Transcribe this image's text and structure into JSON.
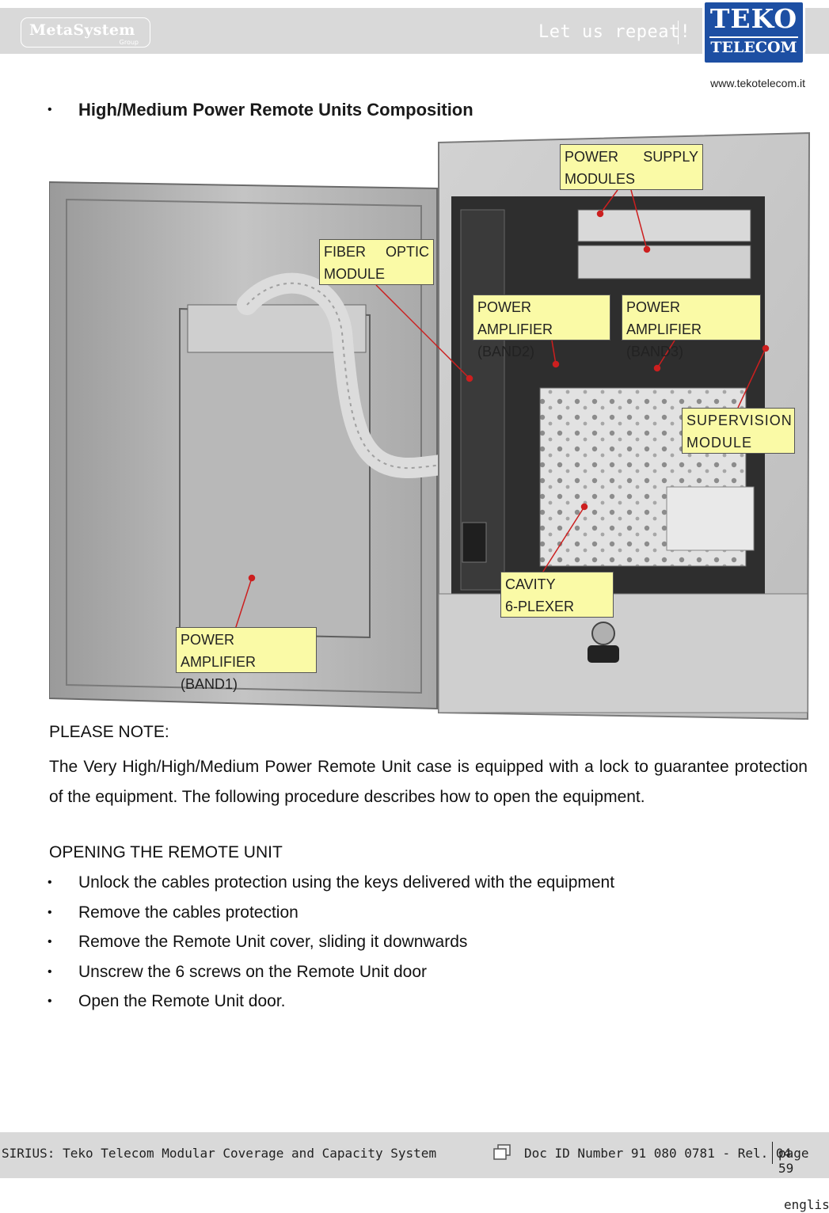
{
  "header": {
    "brand_name": "MetaSystem",
    "brand_group": "Group",
    "slogan": "Let us repeat!",
    "logo_top": "TEKO",
    "logo_bottom": "TELECOM",
    "website": "www.tekotelecom.it"
  },
  "section": {
    "bullet": "•",
    "title": "High/Medium Power Remote Units Composition"
  },
  "figure": {
    "callouts": {
      "power_supply": {
        "word1": "POWER",
        "word2": "SUPPLY",
        "line2": "MODULES"
      },
      "fiber_optic": {
        "word1": "FIBER",
        "word2": "OPTIC",
        "line2": "MODULE"
      },
      "pa_band2": {
        "line1": "POWER AMPLIFIER",
        "line2": "(BAND2)"
      },
      "pa_band3": {
        "line1": "POWER AMPLIFIER",
        "line2": "(BAND3)"
      },
      "supervision": {
        "line1": "SUPERVISION",
        "line2": "MODULE"
      },
      "cavity": {
        "line1": "CAVITY",
        "line2": "6-PLEXER"
      },
      "pa_band1": {
        "line1": "POWER AMPLIFIER",
        "line2": "(BAND1)"
      }
    },
    "colors": {
      "callout_fill": "#fafaa6",
      "leader_line": "#cc1f1f"
    }
  },
  "note": {
    "heading": "PLEASE NOTE:",
    "paragraph": "The Very High/High/Medium Power Remote Unit case is equipped with a lock to guarantee protection of the equipment. The following procedure describes how to open the equipment."
  },
  "procedure": {
    "heading": "OPENING THE REMOTE UNIT",
    "steps": [
      "Unlock the cables protection using the keys delivered with the equipment",
      "Remove the cables protection",
      "Remove the Remote Unit cover, sliding it downwards",
      "Unscrew the 6 screws on the Remote Unit door",
      "Open the Remote Unit door."
    ]
  },
  "footer": {
    "system_name": "SIRIUS: Teko Telecom Modular Coverage and Capacity System",
    "doc_id": "Doc ID Number 91 080 0781 - Rel. 04",
    "page": "page 59",
    "language": "english"
  }
}
